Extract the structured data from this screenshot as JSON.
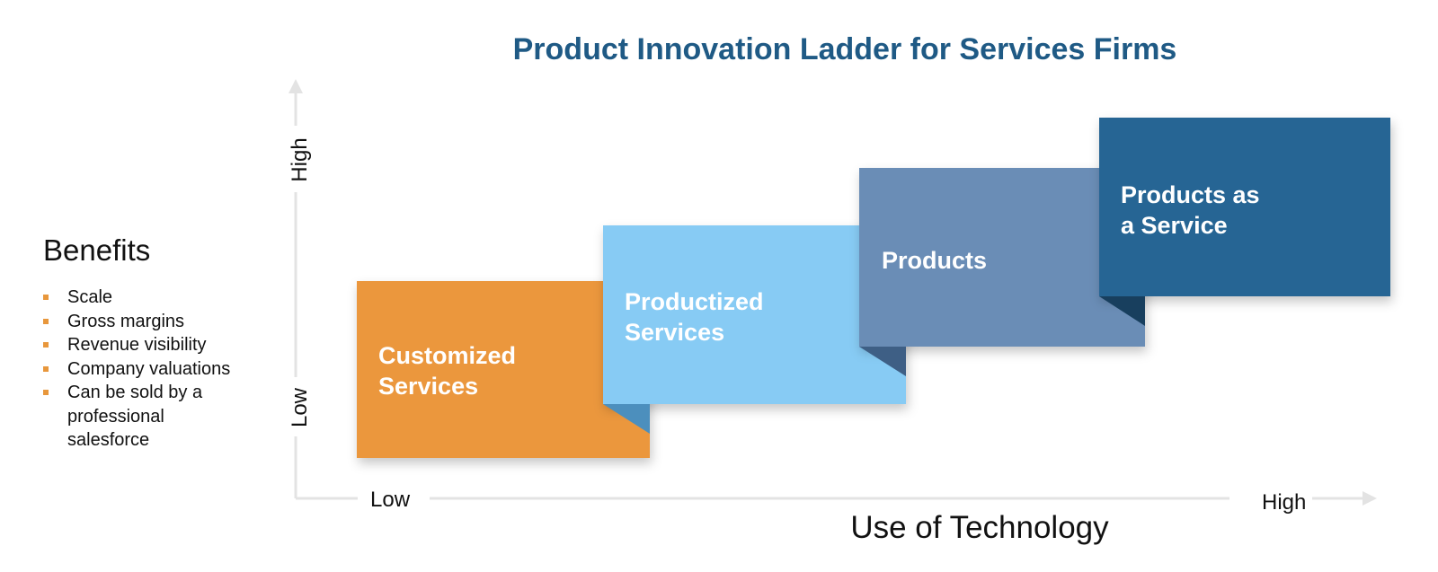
{
  "title": "Product Innovation Ladder for Services Firms",
  "benefits": {
    "heading": "Benefits",
    "items": [
      "Scale",
      "Gross margins",
      "Revenue visibility",
      "Company valuations",
      "Can be sold by a professional salesforce"
    ]
  },
  "y_axis": {
    "high_label": "High",
    "low_label": "Low"
  },
  "x_axis": {
    "low_label": "Low",
    "high_label": "High",
    "title": "Use of Technology"
  },
  "steps": [
    {
      "line1": "Customized",
      "line2": "Services"
    },
    {
      "line1": "Productized",
      "line2": "Services"
    },
    {
      "line1": "Products",
      "line2": ""
    },
    {
      "line1": "Products as",
      "line2": "a Service"
    }
  ],
  "colors": {
    "title": "#1f5a85",
    "bullet": "#e8973c",
    "axis": "#e3e3e3",
    "step_1": "#eb973c",
    "step_2": "#87cbf4",
    "step_3": "#6a8db6",
    "step_4": "#276594"
  }
}
